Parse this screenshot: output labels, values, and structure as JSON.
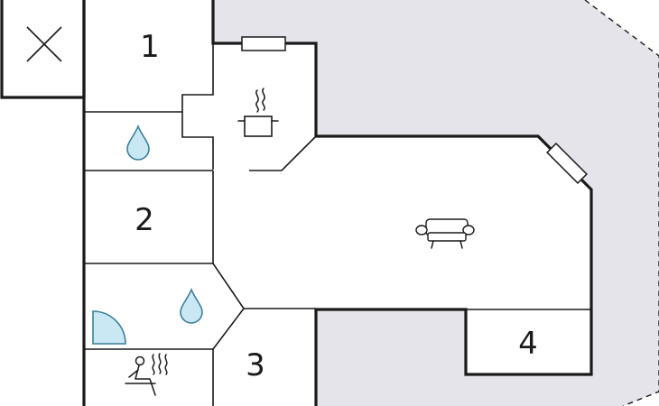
{
  "floorplan": {
    "rooms": [
      {
        "id": "bedroom-1",
        "label": "1"
      },
      {
        "id": "bedroom-2",
        "label": "2"
      },
      {
        "id": "bedroom-3",
        "label": "3"
      },
      {
        "id": "bedroom-4",
        "label": "4"
      }
    ],
    "icons": {
      "void": "x-cross-icon",
      "water_upper": "water-drop-icon",
      "water_lower": "water-drop-icon",
      "kitchen": "cooking-pot-icon",
      "living": "sofa-icon",
      "sauna": "sauna-icon",
      "shower": "shower-tray-icon",
      "windows": "window-icon"
    },
    "colors": {
      "outdoor": "#e4e4ea",
      "wall": "#1a1a1a",
      "water": "#c9e8f3",
      "water_stroke": "#3b7f99",
      "shower": "#c9e8f3"
    }
  }
}
